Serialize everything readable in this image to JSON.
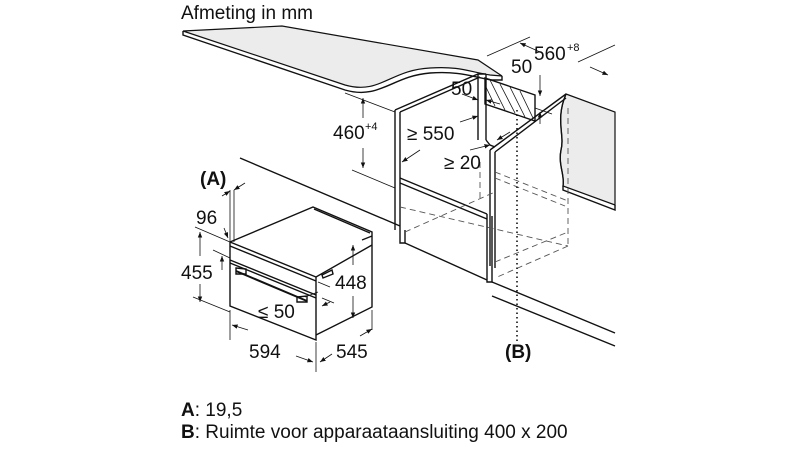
{
  "title": "Afmeting in mm",
  "dimensions": {
    "cabinet_depth": "560",
    "cabinet_depth_tolerance": "+8",
    "rear_gap_top": "50",
    "rear_gap_side": "50",
    "niche_height": "460",
    "niche_height_tolerance": "+4",
    "min_depth": "≥ 550",
    "min_gap": "≥ 20",
    "appliance_front_offset": "96",
    "appliance_height": "455",
    "body_height": "448",
    "door_protrusion": "≤ 50",
    "appliance_width": "594",
    "appliance_depth": "545"
  },
  "callouts": {
    "a": "(A)",
    "b": "(B)"
  },
  "legend": [
    {
      "key": "A",
      "text": ": 19,5"
    },
    {
      "key": "B",
      "text": ": Ruimte voor apparaataansluiting 400 x 200"
    }
  ]
}
